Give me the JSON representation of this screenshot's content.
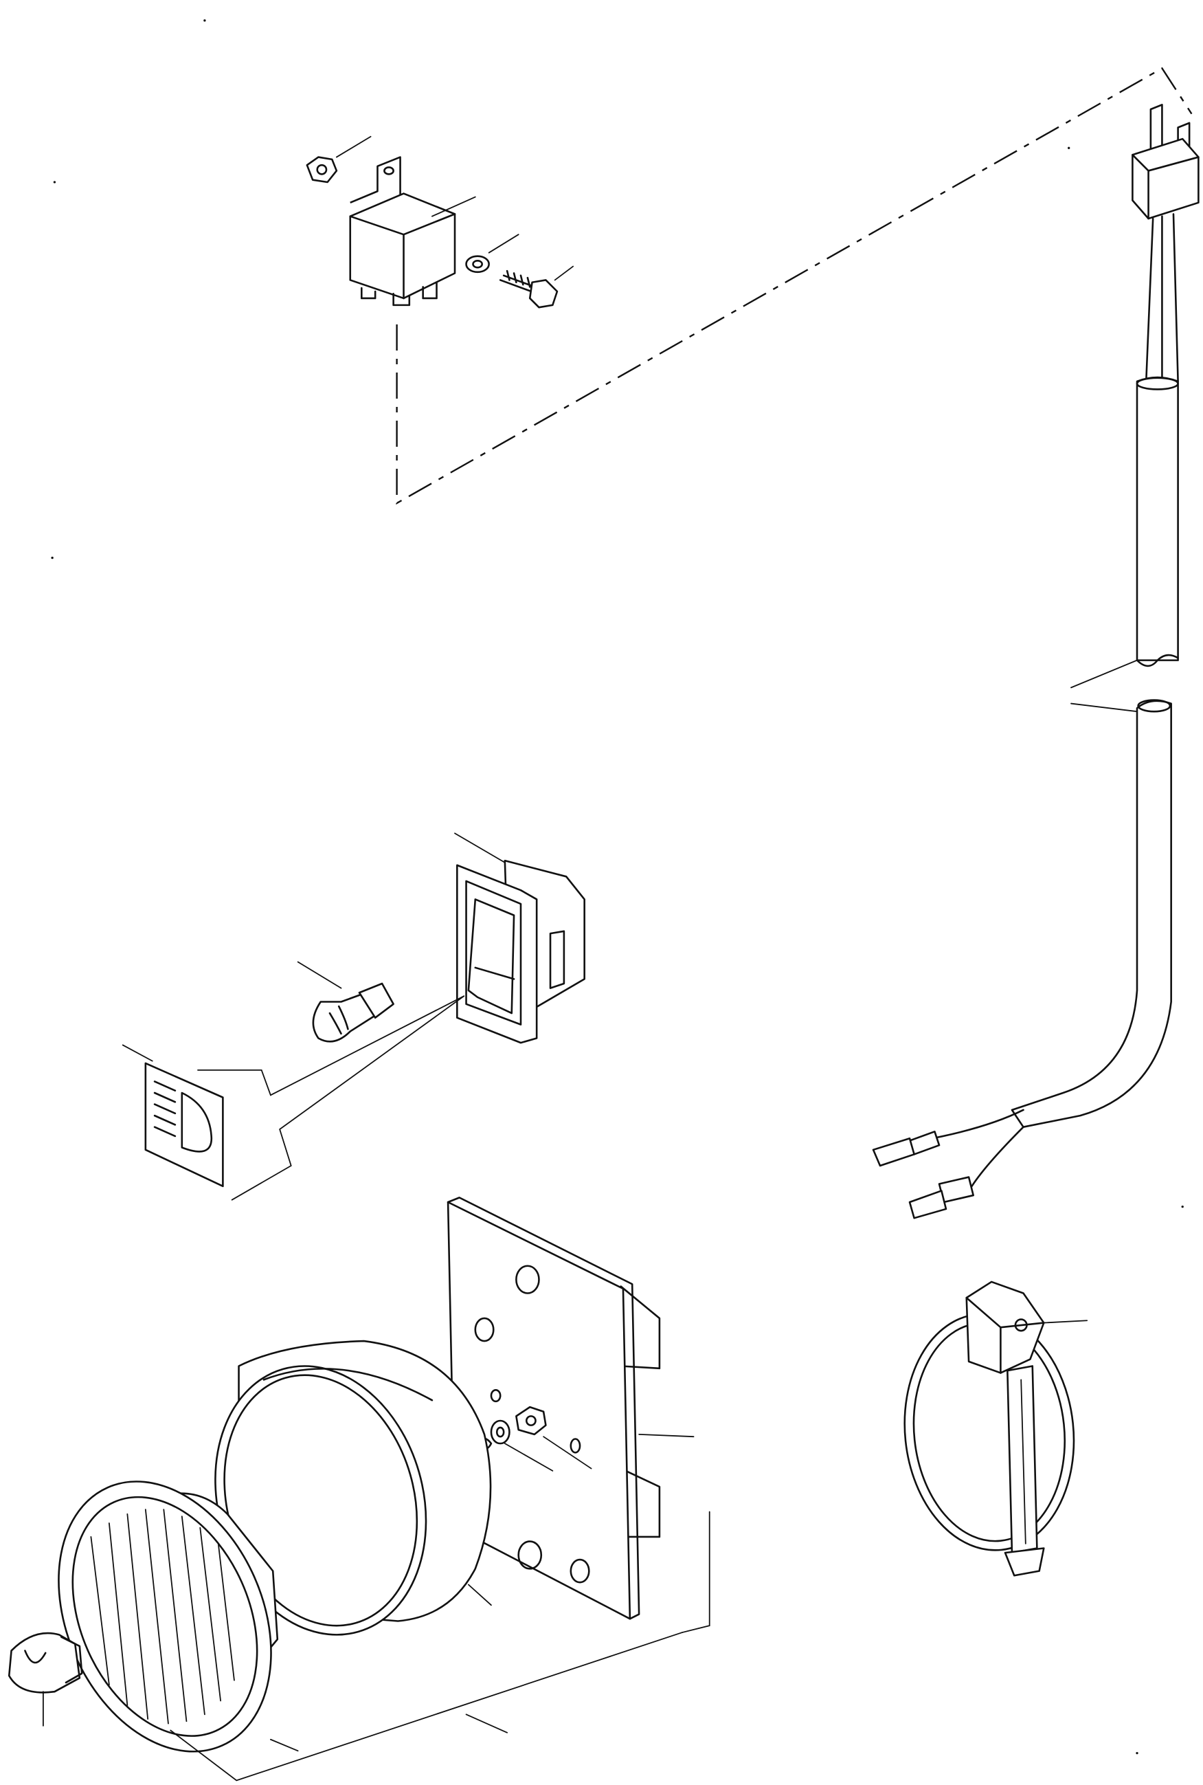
{
  "figure": {
    "components": [
      {
        "id": "relay",
        "icon": "relay-icon"
      },
      {
        "id": "relay-nut",
        "icon": "nut-icon"
      },
      {
        "id": "relay-washer",
        "icon": "washer-icon"
      },
      {
        "id": "relay-bolt",
        "icon": "bolt-icon"
      },
      {
        "id": "wire-harness-connector",
        "icon": "connector-plug-icon"
      },
      {
        "id": "wire-harness",
        "icon": "cable-icon"
      },
      {
        "id": "rocker-switch",
        "icon": "rocker-switch-icon"
      },
      {
        "id": "indicator-bulb",
        "icon": "bulb-icon"
      },
      {
        "id": "headlight-symbol-label",
        "icon": "headlight-symbol-icon"
      },
      {
        "id": "mounting-bracket",
        "icon": "bracket-plate-icon"
      },
      {
        "id": "lamp-housing",
        "icon": "lamp-housing-icon"
      },
      {
        "id": "lamp-lens",
        "icon": "lamp-lens-icon"
      },
      {
        "id": "lamp-bulb",
        "icon": "lamp-bulb-icon"
      },
      {
        "id": "bracket-nut",
        "icon": "nut-icon"
      },
      {
        "id": "bracket-washer",
        "icon": "washer-icon"
      },
      {
        "id": "wire-loop-mount",
        "icon": "wire-loop-icon"
      }
    ]
  }
}
